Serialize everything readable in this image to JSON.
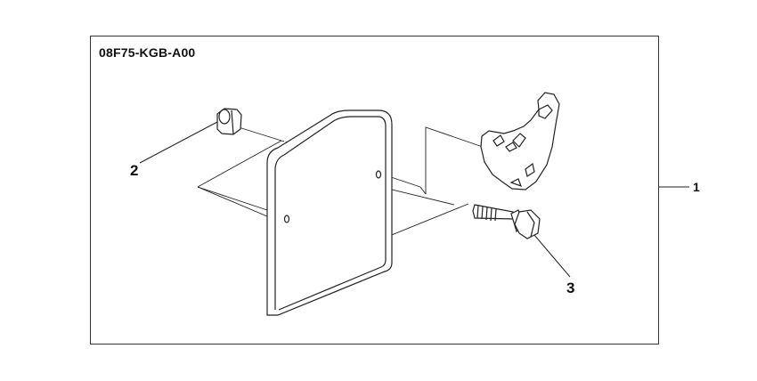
{
  "diagram": {
    "part_number": "08F75-KGB-A00",
    "callouts": {
      "assembly": "1",
      "collar": "2",
      "bolt": "3"
    }
  },
  "colors": {
    "line": "#222222",
    "frame": "#333333"
  }
}
